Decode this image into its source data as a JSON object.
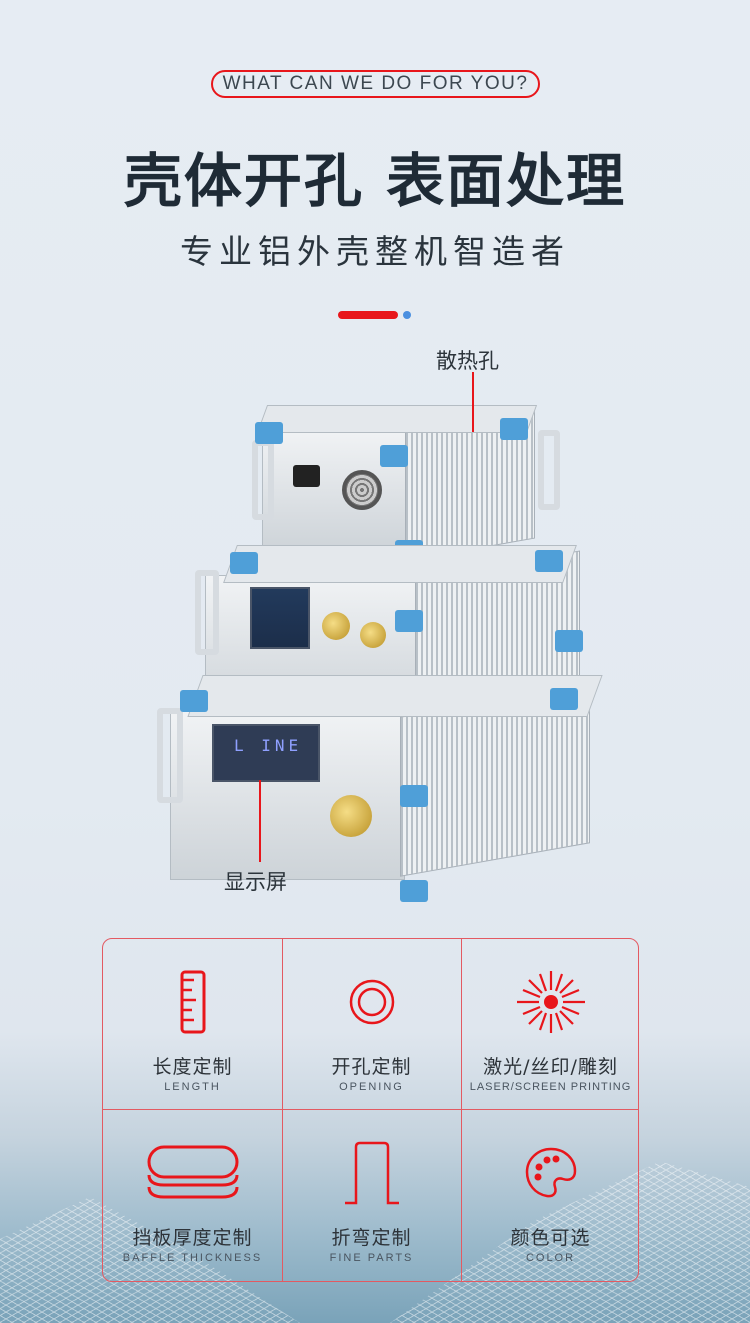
{
  "header": {
    "tagline": "WHAT CAN WE DO FOR YOU?",
    "title": "壳体开孔 表面处理",
    "subtitle": "专业铝外壳整机智造者"
  },
  "colors": {
    "accent_red": "#e8161b",
    "accent_blue": "#4a8fe0",
    "title_text": "#1f2b36"
  },
  "product": {
    "callout_top": "散热孔",
    "callout_bottom": "显示屏",
    "screen_text": "L INE"
  },
  "features": [
    {
      "icon": "ruler-icon",
      "label_cn": "长度定制",
      "label_en": "LENGTH"
    },
    {
      "icon": "concentric-circle-icon",
      "label_cn": "开孔定制",
      "label_en": "OPENING"
    },
    {
      "icon": "laser-burst-icon",
      "label_cn": "激光/丝印/雕刻",
      "label_en": "LASER/SCREEN PRINTING"
    },
    {
      "icon": "stacked-plates-icon",
      "label_cn": "挡板厚度定制",
      "label_en": "BAFFLE THICKNESS"
    },
    {
      "icon": "bend-profile-icon",
      "label_cn": "折弯定制",
      "label_en": "FINE PARTS"
    },
    {
      "icon": "palette-icon",
      "label_cn": "颜色可选",
      "label_en": "COLOR"
    }
  ]
}
